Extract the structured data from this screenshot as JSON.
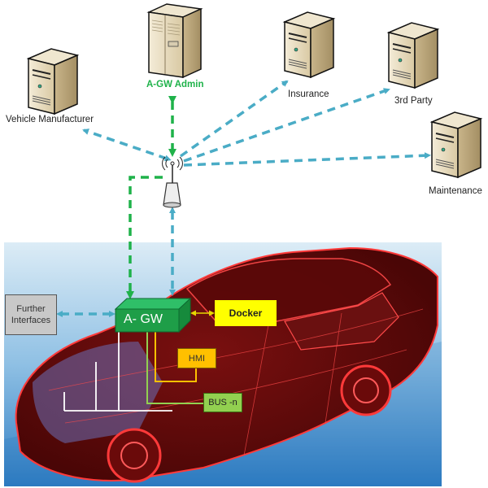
{
  "diagram": {
    "nodes": {
      "vehicle_manufacturer": {
        "label": "Vehicle Manufacturer"
      },
      "agw_admin": {
        "label": "A-GW Admin"
      },
      "insurance": {
        "label": "Insurance"
      },
      "third_party": {
        "label": "3rd Party"
      },
      "maintenance": {
        "label": "Maintenance"
      },
      "further_interfaces": {
        "label_line1": "Further",
        "label_line2": "Interfaces"
      },
      "agw": {
        "label": "A- GW"
      },
      "docker": {
        "label": "Docker"
      },
      "hmi": {
        "label": "HMI"
      },
      "bus": {
        "label": "BUS -n"
      }
    },
    "colors": {
      "cloud_link": "#4aacc6",
      "admin_link": "#1fb24a",
      "agw_box": "#1e9e48",
      "docker_box": "#ffff00",
      "hmi_box": "#ffc000",
      "bus_box": "#92d050",
      "further_box": "#c8c8c8",
      "car": "#b01818"
    },
    "icons": {
      "server": "server-tower-icon",
      "antenna": "wireless-antenna-icon",
      "car": "connected-car-wireframe"
    }
  }
}
